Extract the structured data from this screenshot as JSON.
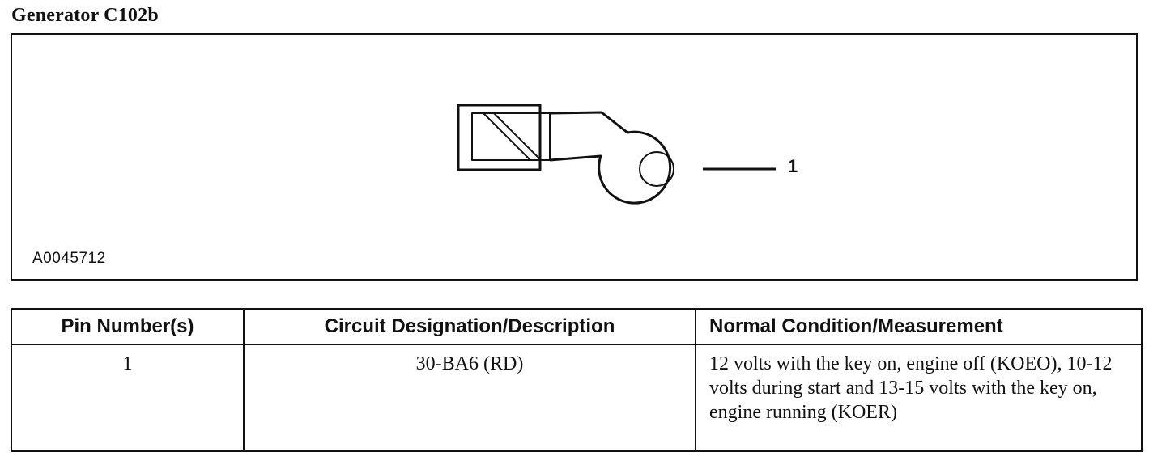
{
  "title": "Generator C102b",
  "figure": {
    "id": "A0045712",
    "pin_label": "1"
  },
  "table": {
    "headers": {
      "pin": "Pin Number(s)",
      "circuit": "Circuit Designation/Description",
      "condition": "Normal Condition/Measurement"
    },
    "rows": [
      {
        "pin": "1",
        "circuit": "30-BA6 (RD)",
        "condition": "12 volts with the key on, engine off (KOEO), 10-12 volts during start and 13-15 volts with the key on, engine running (KOER)"
      }
    ]
  }
}
